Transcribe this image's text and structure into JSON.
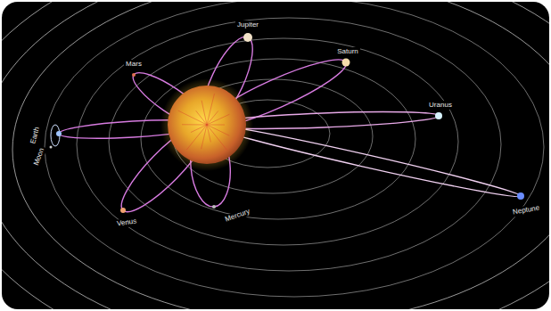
{
  "diagram": {
    "labels": [
      "Earth",
      "Moon",
      "Mars",
      "Venus",
      "Mercury",
      "Jupiter",
      "Saturn",
      "Uranus",
      "Neptune"
    ]
  }
}
